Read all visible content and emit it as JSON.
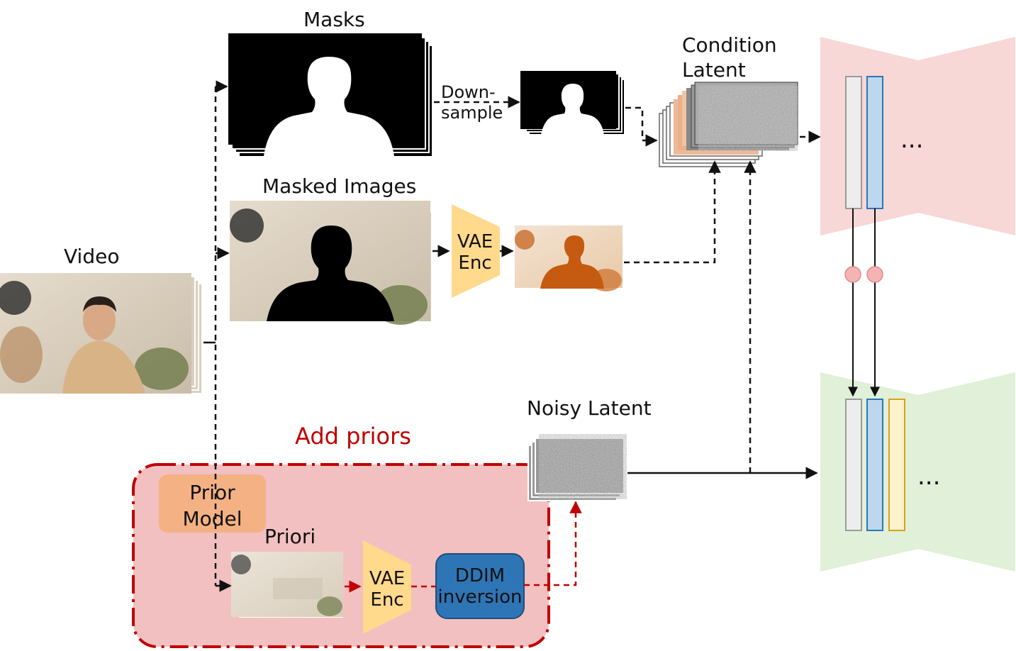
{
  "labels": {
    "masks": "Masks",
    "downsample_line1": "Down-",
    "downsample_line2": "sample",
    "condition_line1": "Condition",
    "condition_line2": "Latent",
    "masked_images": "Masked Images",
    "video": "Video",
    "vae_enc_line1": "VAE",
    "vae_enc_line2": "Enc",
    "noisy_latent": "Noisy Latent",
    "add_priors": "Add priors",
    "prior_model_line1": "Prior",
    "prior_model_line2": "Model",
    "priori": "Priori",
    "ddim_line1": "DDIM",
    "ddim_line2": "inversion",
    "ellipsis": "..."
  },
  "colors": {
    "unet_top": "#f8d7d7",
    "unet_bottom": "#e1f0d8",
    "priors_box_fill": "#f2c0c0",
    "priors_box_border": "#c00000",
    "prior_model": "#f4b183",
    "vae_enc": "#ffd98c",
    "ddim": "#2e75b6",
    "feature_gray": "#ededed",
    "feature_blue": "#bdd7ee",
    "feature_yellow": "#fff2cc",
    "connector": "#f4b4b4"
  }
}
